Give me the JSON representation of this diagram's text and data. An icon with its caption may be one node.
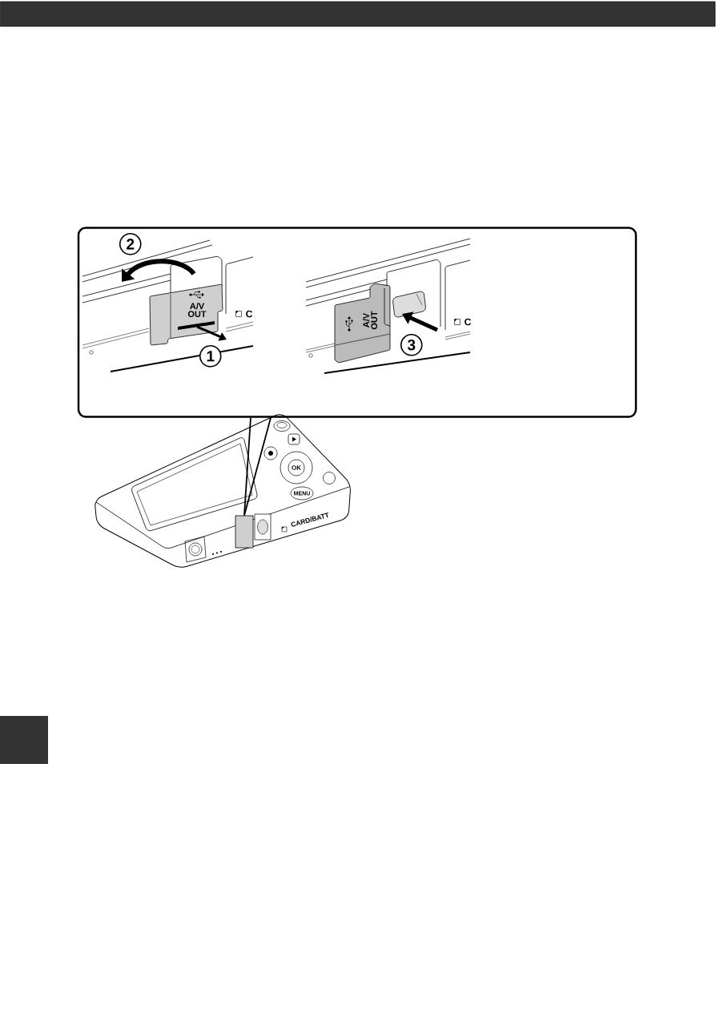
{
  "diagram": {
    "nodes": [
      {
        "text": [],
        "shape": "box"
      },
      {
        "text": [
          "2"
        ],
        "in": 0
      },
      {
        "text": [
          "1"
        ],
        "in": 0
      },
      {
        "text": [
          "3"
        ],
        "in": 0
      },
      {
        "text": [],
        "shape": "box"
      }
    ],
    "edges": [
      {
        "from": 0,
        "to": 4,
        "arrow": "none"
      },
      {
        "from": 0,
        "to": 4,
        "arrow": "none"
      }
    ],
    "labels": [
      "A/V OUT",
      "C",
      "A/V OUT",
      "C",
      "OK",
      "MENU",
      "CARD/BATT"
    ]
  }
}
